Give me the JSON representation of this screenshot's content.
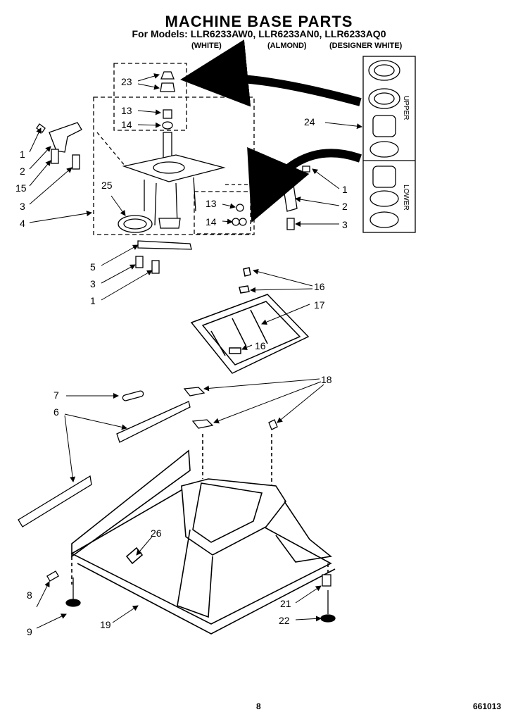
{
  "header": {
    "title": "MACHINE BASE PARTS",
    "models_line": "For Models: LLR6233AW0, LLR6233AN0, LLR6233AQ0",
    "variants": [
      "(WHITE)",
      "(ALMOND)",
      "(DESIGNER WHITE)"
    ]
  },
  "inset": {
    "upper_label": "UPPER",
    "lower_label": "LOWER"
  },
  "callouts": {
    "c23": "23",
    "c13a": "13",
    "c14a": "14",
    "c24": "24",
    "c1a": "1",
    "c2a": "2",
    "c15": "15",
    "c3a": "3",
    "c4": "4",
    "c25": "25",
    "c13b": "13",
    "c14b": "14",
    "c1b": "1",
    "c2b": "2",
    "c3b": "3",
    "c5": "5",
    "c3c": "3",
    "c1c": "1",
    "c16a": "16",
    "c17": "17",
    "c16b": "16",
    "c18": "18",
    "c7": "7",
    "c6": "6",
    "c26": "26",
    "c8": "8",
    "c9": "9",
    "c19": "19",
    "c21": "21",
    "c22": "22"
  },
  "footer": {
    "page_number": "8",
    "doc_code": "661013"
  }
}
